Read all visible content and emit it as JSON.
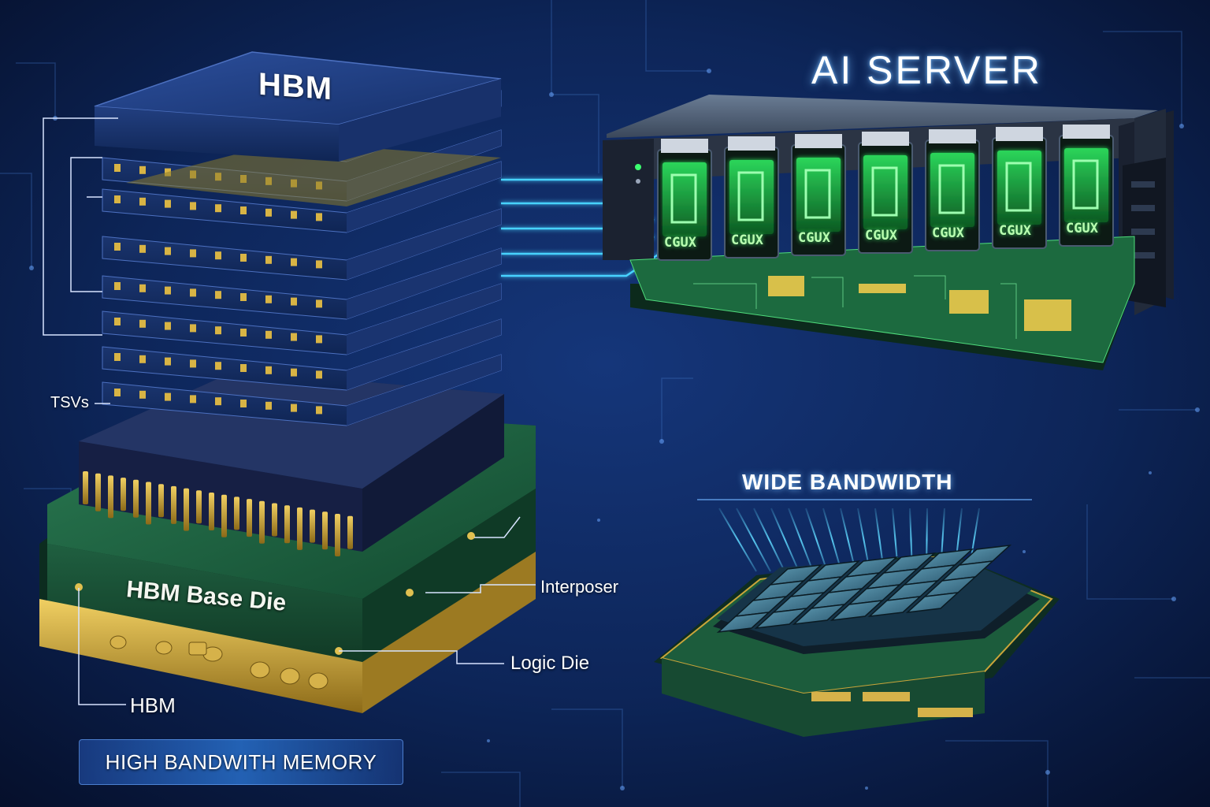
{
  "labels": {
    "hbm_top": "HBM",
    "ai_server": "AI SERVER",
    "tsvs": "TSVs",
    "base_die": "HBM Base Die",
    "interposer": "Interposer",
    "logic_die": "Logic Die",
    "hbm_bottom": "HBM",
    "wide_bandwidth": "WIDE BANDWIDTH",
    "hbm_full": "HIGH BANDWITH MEMORY"
  },
  "server": {
    "gpu_labels": [
      "CGUX",
      "CGUX",
      "CGUX",
      "CGUX",
      "CGUX",
      "CGUX",
      "CGUX"
    ]
  },
  "colors": {
    "background": "#0a1a3d",
    "die_blue": "#1f3f86",
    "gold": "#c9a53a",
    "pcb_green": "#1b5a3c",
    "gpu_glow": "#3cff70",
    "link_cyan": "#46d2ff"
  }
}
